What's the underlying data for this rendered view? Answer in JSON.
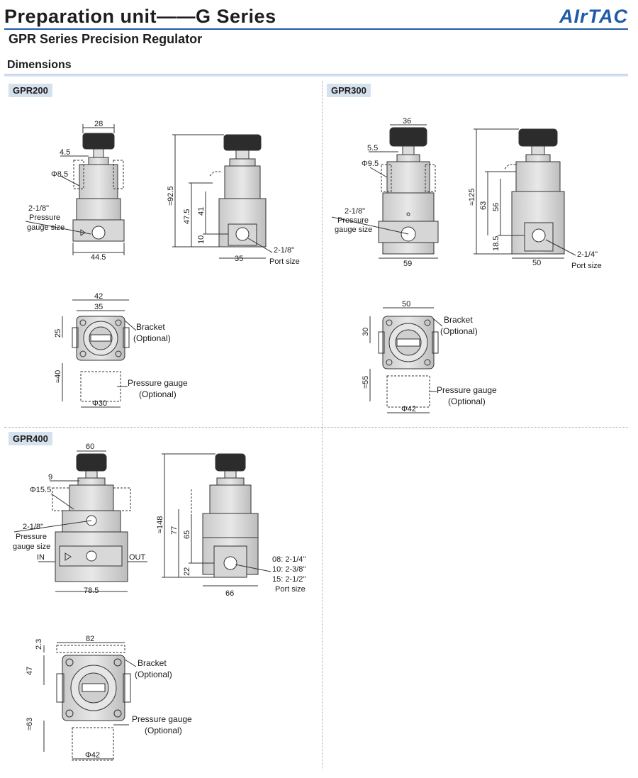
{
  "header": {
    "title": "Preparation unit——G  Series",
    "subtitle": "GPR Series Precision Regulator",
    "brand": "AIrTAC"
  },
  "section": {
    "title": "Dimensions"
  },
  "colors": {
    "accent": "#1f5aa8",
    "label_bg": "#d6e1ee"
  },
  "panels": {
    "gpr200": {
      "label": "GPR200",
      "dims": [
        "28",
        "4.5",
        "Φ8.5",
        "2-1/8\"",
        "Pressure",
        "gauge size",
        "44.5",
        "≈92.5",
        "47.5",
        "41",
        "10",
        "35",
        "2-1/8\"",
        "Port size",
        "42",
        "35",
        "25",
        "Bracket",
        "(Optional)",
        "≈40",
        "Pressure gauge",
        "(Optional)",
        "Φ30"
      ]
    },
    "gpr300": {
      "label": "GPR300",
      "dims": [
        "36",
        "5.5",
        "Φ9.5",
        "2-1/8\"",
        "Pressure",
        "gauge size",
        "59",
        "≈125",
        "63",
        "56",
        "18.5",
        "50",
        "2-1/4\"",
        "Port size",
        "50",
        "30",
        "Bracket",
        "(Optional)",
        "≈55",
        "Pressure gauge",
        "(Optional)",
        "Φ42"
      ]
    },
    "gpr400": {
      "label": "GPR400",
      "dims": [
        "60",
        "9",
        "Φ15.5",
        "2-1/8\"",
        "Pressure",
        "gauge size",
        "IN",
        "OUT",
        "78.5",
        "≈148",
        "77",
        "65",
        "22",
        "66",
        "08: 2-1/4\"",
        "10: 2-3/8\"",
        "15: 2-1/2\"",
        "Port size",
        "82",
        "2.3",
        "47",
        "Bracket",
        "(Optional)",
        "≈63",
        "Pressure gauge",
        "(Optional)",
        "Φ42"
      ]
    }
  }
}
